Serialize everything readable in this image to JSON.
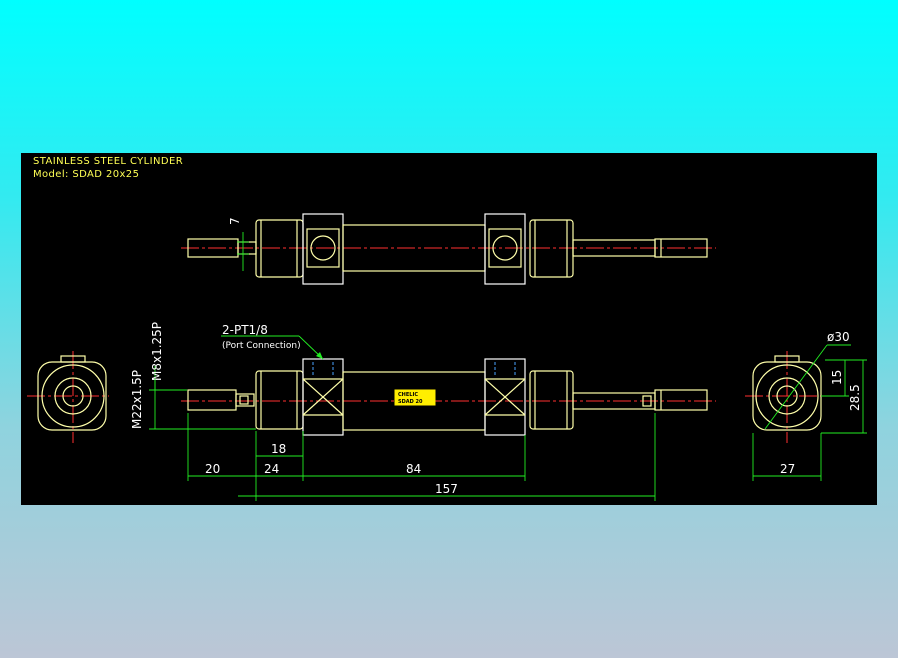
{
  "title": {
    "line1": "STAINLESS STEEL CYLINDER",
    "line2": "Model: SDAD 20x25"
  },
  "dimensions": {
    "d7": "7",
    "d18": "18",
    "d20": "20",
    "d24": "24",
    "d84": "84",
    "d157": "157",
    "d27": "27",
    "d15": "15",
    "d28_5": "28.5",
    "dia30": "ø30",
    "thread_rod": "M8x1.25P",
    "thread_body": "M22x1.5P"
  },
  "notes": {
    "port": "2-PT1/8",
    "port_desc": "(Port Connection)"
  },
  "colors": {
    "outline": "#ffffaa",
    "centerline": "#ff3030",
    "dimension": "#22ee22",
    "hidden": "#4aa3ff",
    "label": "#ffee00"
  }
}
